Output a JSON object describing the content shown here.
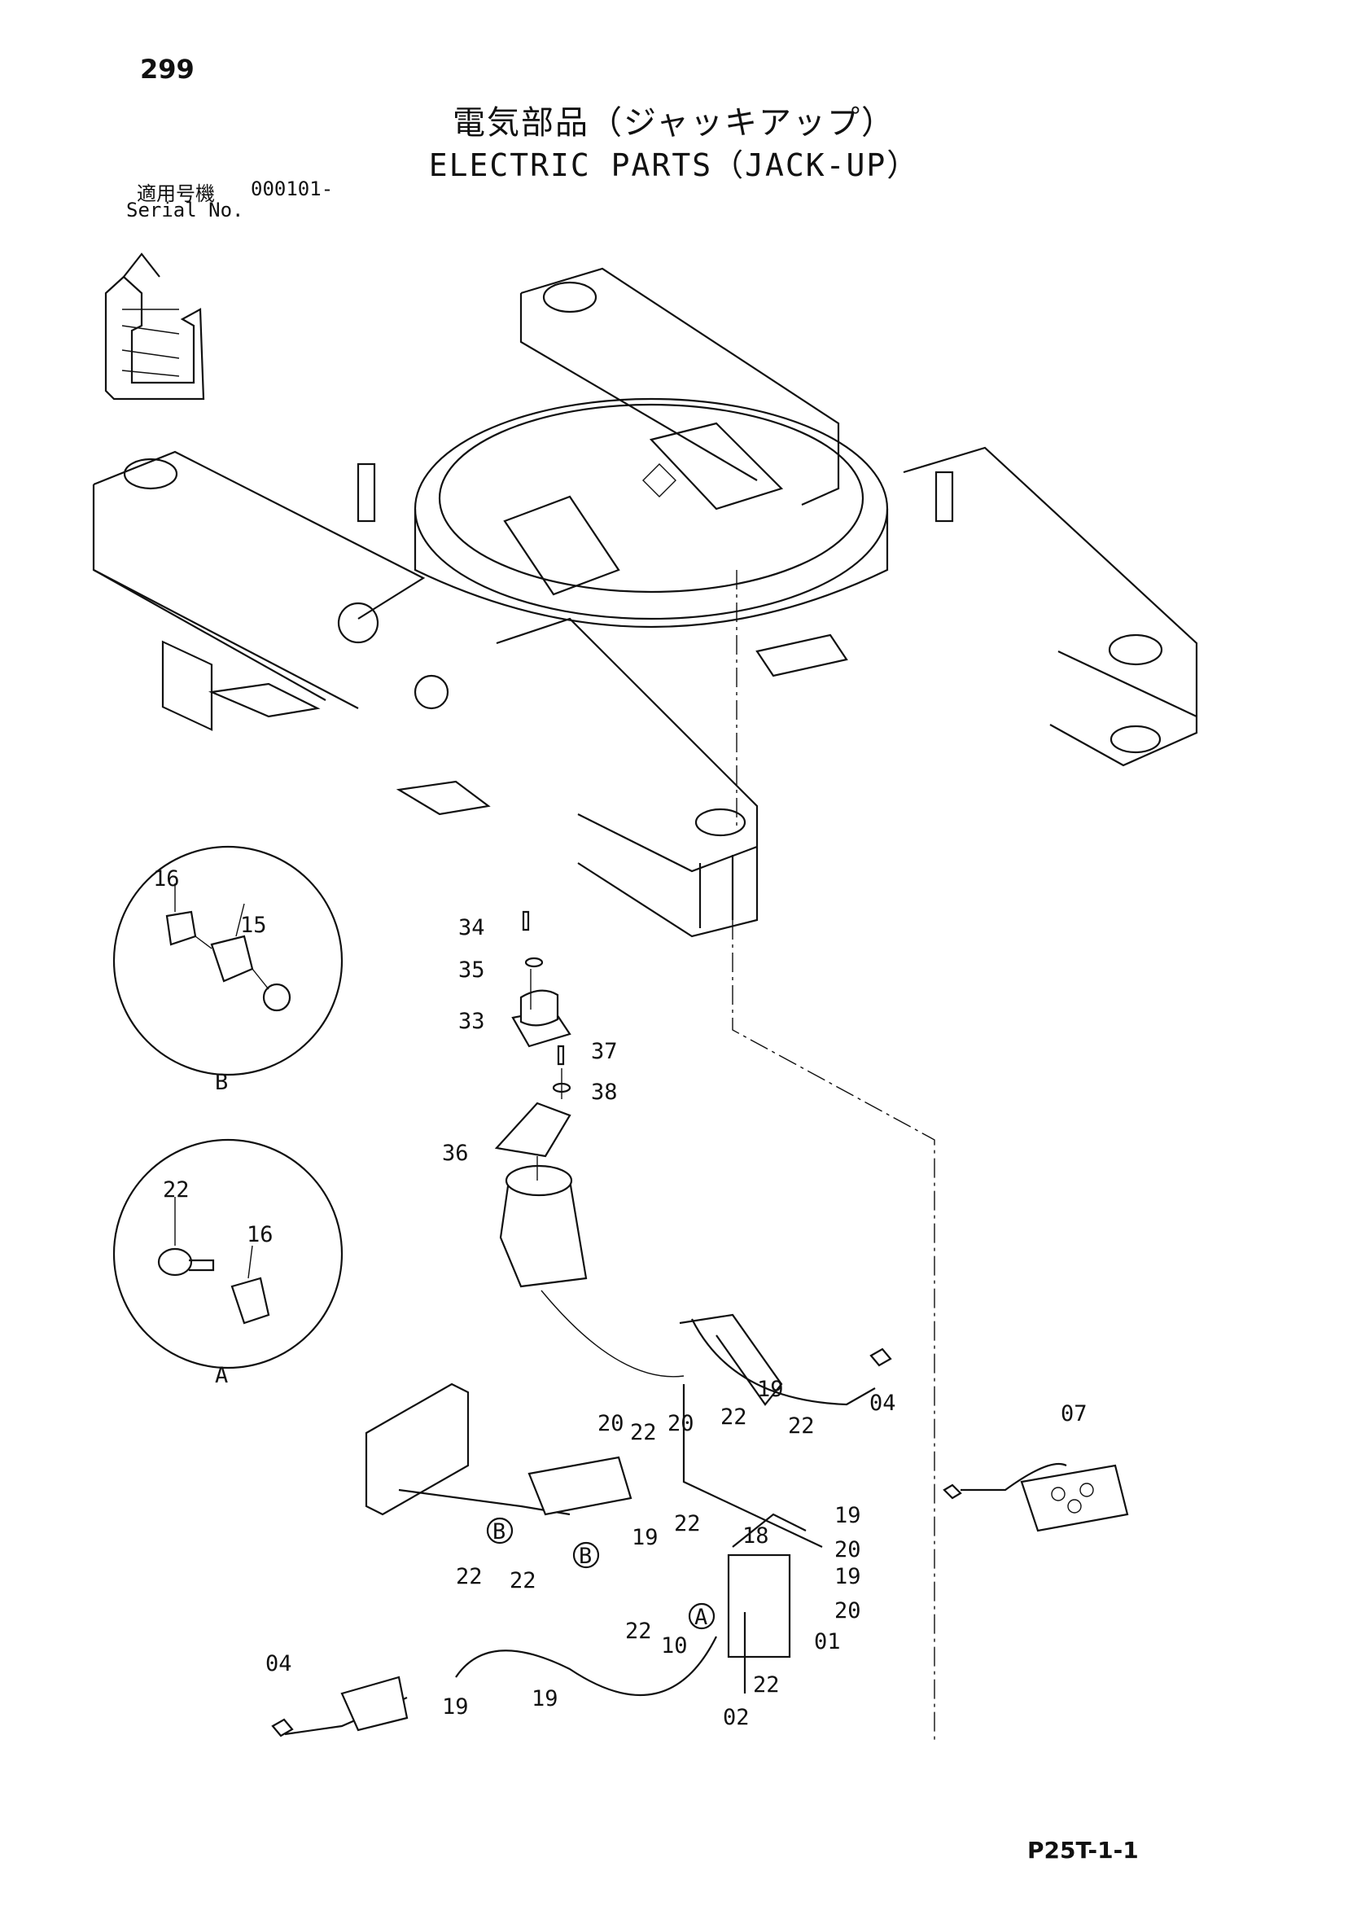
{
  "header": {
    "page_number": "299",
    "title_ja": "電気部品（ジャッキアップ）",
    "title_en": "ELECTRIC PARTS（JACK-UP）",
    "serial_label_ja": "適用号機",
    "serial_value": "000101-",
    "serial_label_en": "Serial No."
  },
  "callouts": [
    "16",
    "15",
    "22",
    "16",
    "34",
    "35",
    "33",
    "37",
    "38",
    "36",
    "19",
    "04",
    "07",
    "20",
    "22",
    "20",
    "22",
    "22",
    "18",
    "19",
    "20",
    "19",
    "20",
    "19",
    "22",
    "22",
    "22",
    "22",
    "10",
    "01",
    "22",
    "02",
    "04",
    "19",
    "19"
  ],
  "detail_views": [
    "B",
    "A"
  ],
  "markers": [
    "B",
    "B",
    "A"
  ],
  "footer": {
    "page_code": "P25T-1-1"
  }
}
